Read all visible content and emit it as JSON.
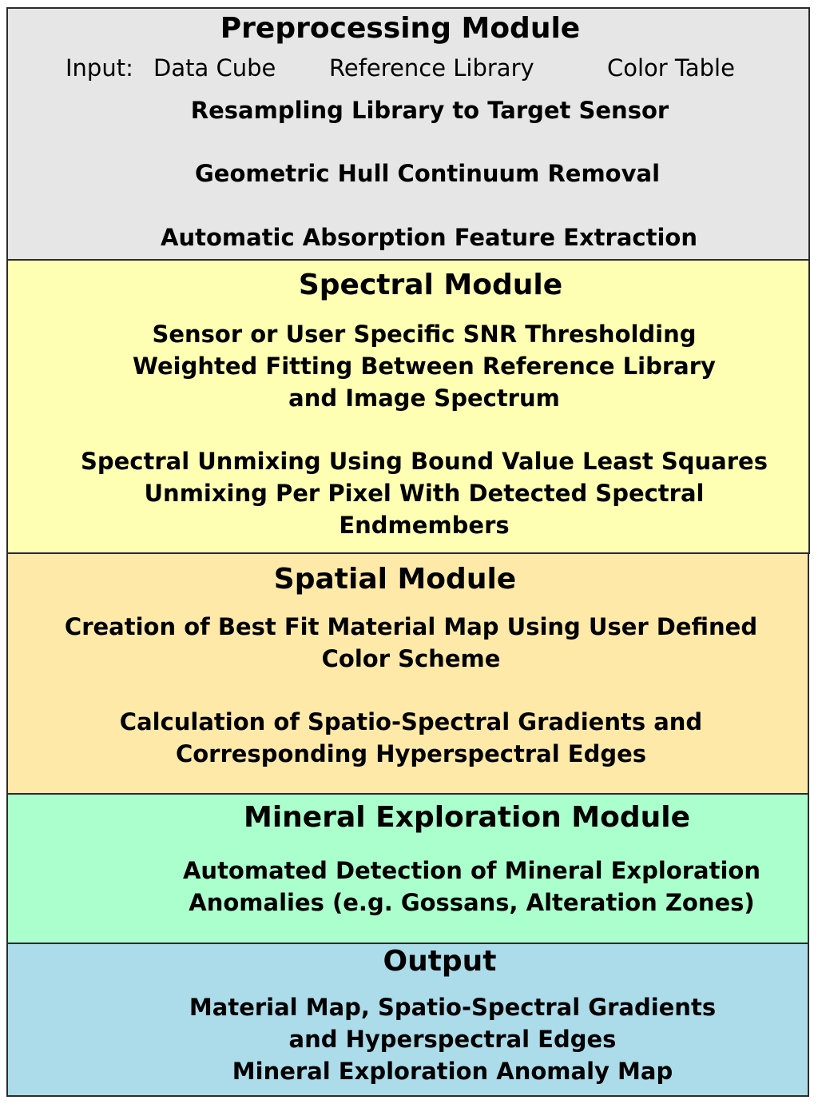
{
  "preprocessing": {
    "title": "Preprocessing Module",
    "input_label": "Input:",
    "inputs": [
      "Data Cube",
      "Reference Library",
      "Color Table"
    ],
    "steps": [
      "Resampling Library to Target Sensor",
      "Geometric Hull Continuum Removal",
      "Automatic Absorption Feature Extraction"
    ],
    "color": "#e6e6e6"
  },
  "spectral": {
    "title": "Spectral Module",
    "lines": [
      "Sensor or User Specific SNR Thresholding",
      "Weighted Fitting Between Reference Library",
      "and Image Spectrum",
      "Spectral Unmixing Using Bound Value Least Squares",
      "Unmixing Per Pixel With Detected Spectral",
      "Endmembers"
    ],
    "color": "#ffffb4"
  },
  "spatial": {
    "title": "Spatial Module",
    "lines": [
      "Creation of Best Fit Material Map Using User Defined",
      "Color Scheme",
      "Calculation of Spatio-Spectral Gradients and",
      "Corresponding Hyperspectral Edges"
    ],
    "color": "#ffe9a8"
  },
  "mineral": {
    "title": "Mineral Exploration Module",
    "lines": [
      "Automated Detection of Mineral Exploration",
      "Anomalies (e.g. Gossans, Alteration Zones)"
    ],
    "color": "#aaffcc"
  },
  "output": {
    "title": "Output",
    "lines": [
      "Material Map, Spatio-Spectral Gradients",
      "and Hyperspectral Edges",
      "Mineral Exploration Anomaly Map"
    ],
    "color": "#acdbe9"
  }
}
